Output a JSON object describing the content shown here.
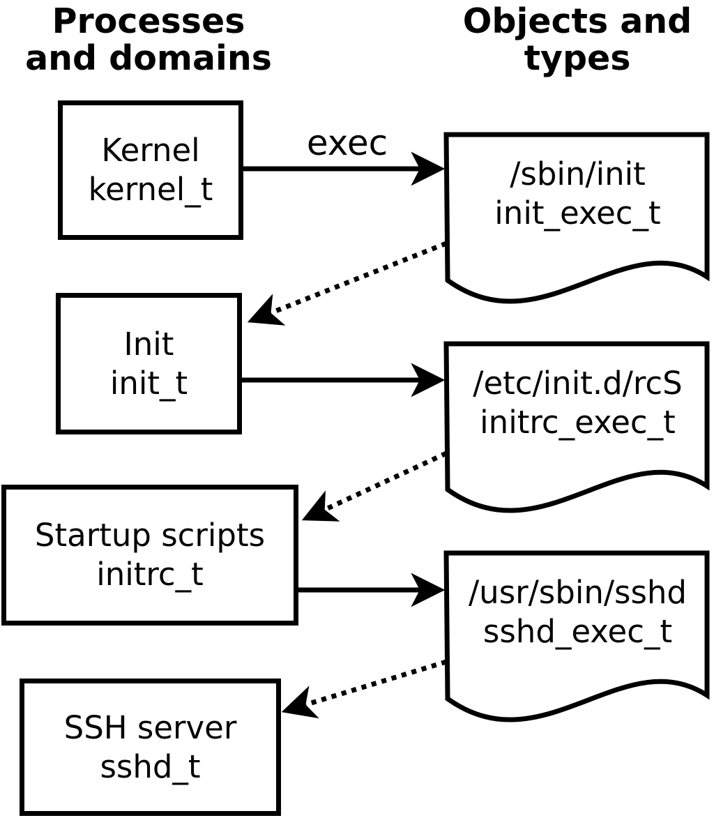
{
  "headers": {
    "processes": {
      "line1": "Processes",
      "line2": "and domains"
    },
    "objects": {
      "line1": "Objects and",
      "line2": "types"
    }
  },
  "process_nodes": [
    {
      "label": "Kernel",
      "domain": "kernel_t"
    },
    {
      "label": "Init",
      "domain": "init_t"
    },
    {
      "label": "Startup scripts",
      "domain": "initrc_t"
    },
    {
      "label": "SSH server",
      "domain": "sshd_t"
    }
  ],
  "object_nodes": [
    {
      "path": "/sbin/init",
      "type": "init_exec_t"
    },
    {
      "path": "/etc/init.d/rcS",
      "type": "initrc_exec_t"
    },
    {
      "path": "/usr/sbin/sshd",
      "type": "sshd_exec_t"
    }
  ],
  "edge_labels": {
    "exec": "exec"
  },
  "colors": {
    "ink": "#000000",
    "background": "#ffffff"
  }
}
